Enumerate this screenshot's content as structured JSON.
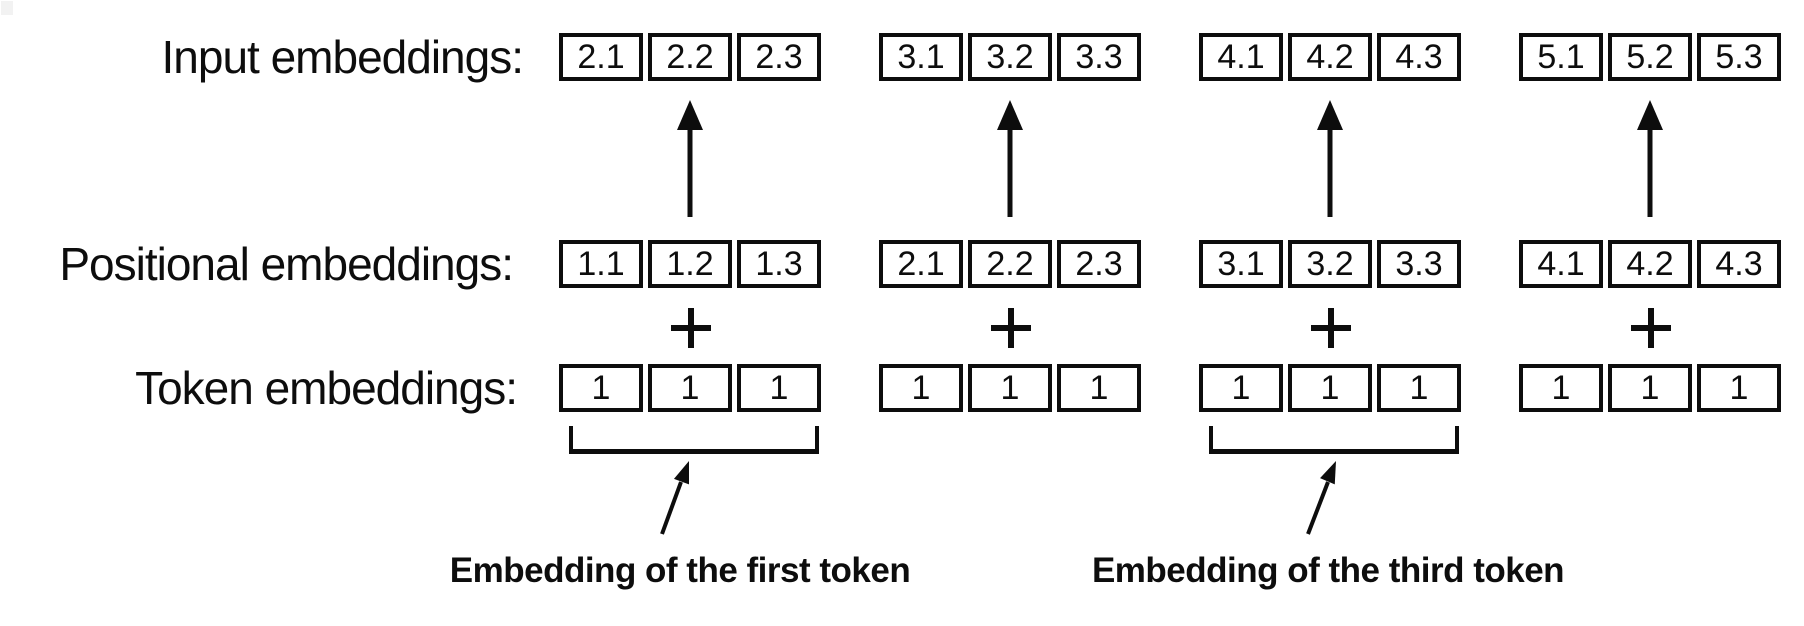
{
  "figure": {
    "background": "#ffffff",
    "ink": "#0d0d0d",
    "operator": "+",
    "rows": [
      {
        "id": "input",
        "label": "Input embeddings:",
        "groups": [
          [
            "2.1",
            "2.2",
            "2.3"
          ],
          [
            "3.1",
            "3.2",
            "3.3"
          ],
          [
            "4.1",
            "4.2",
            "4.3"
          ],
          [
            "5.1",
            "5.2",
            "5.3"
          ]
        ]
      },
      {
        "id": "positional",
        "label": "Positional embeddings:",
        "groups": [
          [
            "1.1",
            "1.2",
            "1.3"
          ],
          [
            "2.1",
            "2.2",
            "2.3"
          ],
          [
            "3.1",
            "3.2",
            "3.3"
          ],
          [
            "4.1",
            "4.2",
            "4.3"
          ]
        ]
      },
      {
        "id": "token",
        "label": "Token embeddings:",
        "groups": [
          [
            "1",
            "1",
            "1"
          ],
          [
            "1",
            "1",
            "1"
          ],
          [
            "1",
            "1",
            "1"
          ],
          [
            "1",
            "1",
            "1"
          ]
        ]
      }
    ],
    "captions": [
      {
        "text": "Embedding of the first token"
      },
      {
        "text": "Embedding of the third token"
      }
    ]
  }
}
